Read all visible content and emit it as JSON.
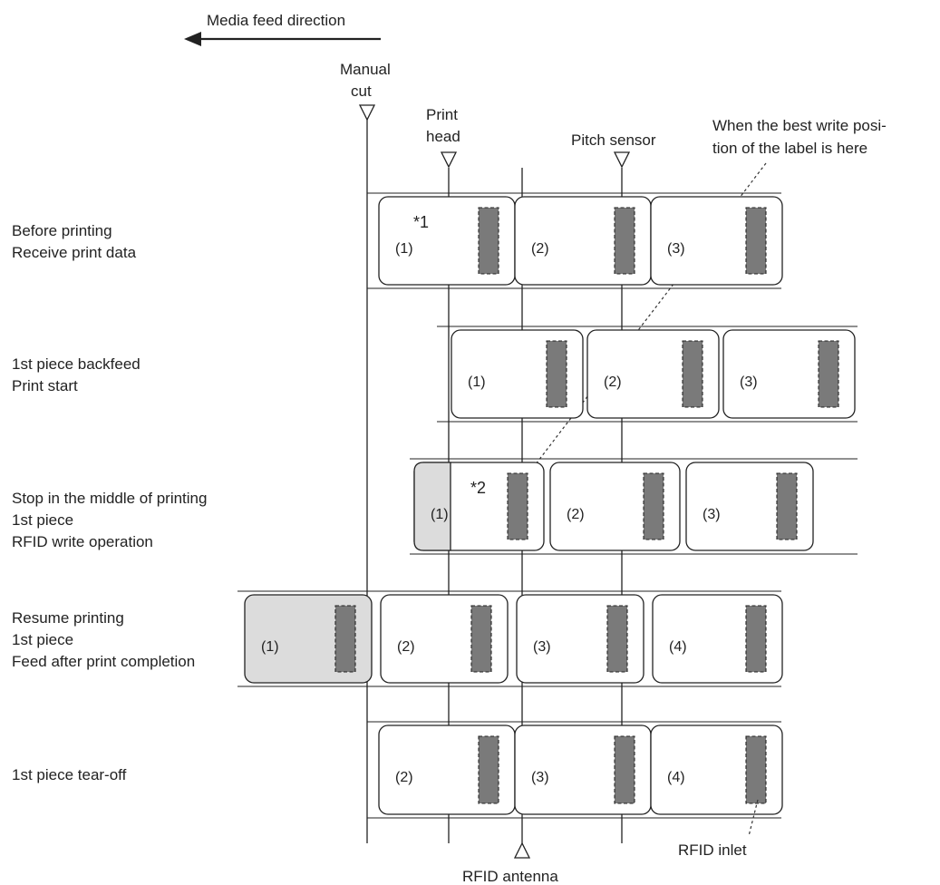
{
  "header": {
    "feed_direction": "Media feed direction"
  },
  "markers": {
    "manual_cut": [
      "Manual",
      "cut"
    ],
    "print_head": [
      "Print",
      "head"
    ],
    "pitch_sensor": "Pitch sensor",
    "rfid_antenna": "RFID antenna"
  },
  "callouts": {
    "best_write": [
      "When the best write posi-",
      "tion of the label is here"
    ],
    "rfid_inlet": "RFID inlet"
  },
  "steps": [
    {
      "lines": [
        "Before printing",
        "Receive print data"
      ],
      "labels": [
        {
          "num": "(1)",
          "note": "*1",
          "state": "blank"
        },
        {
          "num": "(2)",
          "state": "blank"
        },
        {
          "num": "(3)",
          "state": "blank"
        }
      ]
    },
    {
      "lines": [
        "1st piece backfeed",
        "Print start"
      ],
      "labels": [
        {
          "num": "(1)",
          "state": "blank"
        },
        {
          "num": "(2)",
          "state": "blank"
        },
        {
          "num": "(3)",
          "state": "blank"
        }
      ]
    },
    {
      "lines": [
        "Stop in the middle of printing",
        "1st piece",
        "RFID write operation"
      ],
      "labels": [
        {
          "num": "(1)",
          "note": "*2",
          "state": "partially-printed"
        },
        {
          "num": "(2)",
          "state": "blank"
        },
        {
          "num": "(3)",
          "state": "blank"
        }
      ]
    },
    {
      "lines": [
        "Resume printing",
        "1st piece",
        "Feed after print completion"
      ],
      "labels": [
        {
          "num": "(1)",
          "state": "printed"
        },
        {
          "num": "(2)",
          "state": "blank"
        },
        {
          "num": "(3)",
          "state": "blank"
        },
        {
          "num": "(4)",
          "state": "blank"
        }
      ]
    },
    {
      "lines": [
        "1st piece tear-off"
      ],
      "labels": [
        {
          "num": "(2)",
          "state": "blank"
        },
        {
          "num": "(3)",
          "state": "blank"
        },
        {
          "num": "(4)",
          "state": "blank"
        }
      ]
    }
  ]
}
